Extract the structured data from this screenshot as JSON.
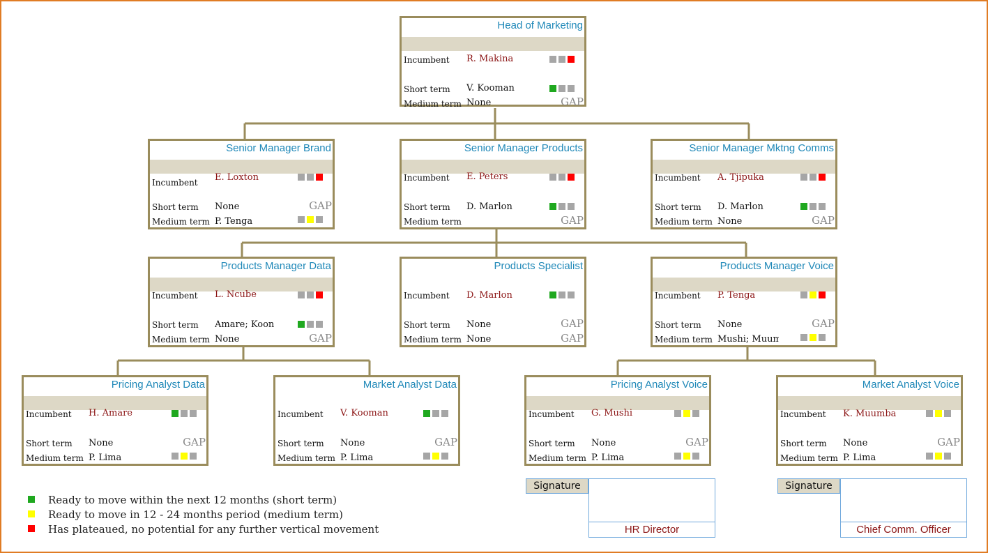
{
  "labels": {
    "incumbent": "Incumbent",
    "short_term": "Short term",
    "medium_term": "Medium term",
    "gap": "GAP"
  },
  "colors": {
    "ready_short": "#1fa81f",
    "ready_medium": "#ffff00",
    "plateaued": "#ff0000",
    "neutral": "#a6a6a6",
    "connector": "#9a8c5c",
    "frame": "#e07c24",
    "title": "#1f88b8"
  },
  "positions": {
    "head_marketing": {
      "title": "Head of Marketing",
      "incumbent": "R. Makina",
      "incumbent_status": "plateaued",
      "short_term": "V. Kooman",
      "short_status": "ready_short",
      "medium_term": "None"
    },
    "sm_brand": {
      "title": "Senior Manager Brand",
      "incumbent": "E. Loxton",
      "incumbent_status": "plateaued",
      "short_term": "None",
      "medium_term": "P. Tenga",
      "medium_status": "ready_medium"
    },
    "sm_products": {
      "title": "Senior Manager Products",
      "incumbent": "E. Peters",
      "incumbent_status": "plateaued",
      "short_term": "D. Marlon",
      "short_status": "ready_short",
      "medium_term": ""
    },
    "sm_mktng_comms": {
      "title": "Senior Manager Mktng Comms",
      "incumbent": "A. Tjipuka",
      "incumbent_status": "plateaued",
      "short_term": "D. Marlon",
      "short_status": "ready_short",
      "medium_term": "None"
    },
    "pm_data": {
      "title": "Products Manager Data",
      "incumbent": "L. Ncube",
      "incumbent_status": "plateaued",
      "short_term": "Amare; Koon",
      "short_status": "ready_short",
      "medium_term": "None"
    },
    "products_specialist": {
      "title": "Products Specialist",
      "incumbent": "D. Marlon",
      "incumbent_status": "ready_short",
      "short_term": "None",
      "medium_term": "None"
    },
    "pm_voice": {
      "title": "Products Manager Voice",
      "incumbent": "P. Tenga",
      "incumbent_status": "ready_medium_plateaued",
      "short_term": "None",
      "medium_term": "Mushi; Muumba",
      "medium_status": "ready_medium"
    },
    "pricing_analyst_data": {
      "title": "Pricing Analyst Data",
      "incumbent": "H. Amare",
      "incumbent_status": "ready_short",
      "short_term": "None",
      "medium_term": "P. Lima",
      "medium_status": "ready_medium"
    },
    "market_analyst_data": {
      "title": "Market Analyst Data",
      "incumbent": "V. Kooman",
      "incumbent_status": "ready_short",
      "short_term": "None",
      "medium_term": "P. Lima",
      "medium_status": "ready_medium"
    },
    "pricing_analyst_voice": {
      "title": "Pricing Analyst Voice",
      "incumbent": "G. Mushi",
      "incumbent_status": "ready_medium",
      "short_term": "None",
      "medium_term": "P. Lima",
      "medium_status": "ready_medium"
    },
    "market_analyst_voice": {
      "title": "Market Analyst Voice",
      "incumbent": "K. Muumba",
      "incumbent_status": "ready_medium",
      "short_term": "None",
      "medium_term": "P. Lima",
      "medium_status": "ready_medium"
    }
  },
  "legend": {
    "green": "Ready to move within the next 12 months (short term)",
    "yellow": "Ready to move in 12 - 24 months period (medium term)",
    "red": "Has plateaued, no potential for any further vertical movement"
  },
  "signatures": {
    "label": "Signature",
    "hr_director": "HR Director",
    "chief_comm_officer": "Chief Comm. Officer"
  }
}
